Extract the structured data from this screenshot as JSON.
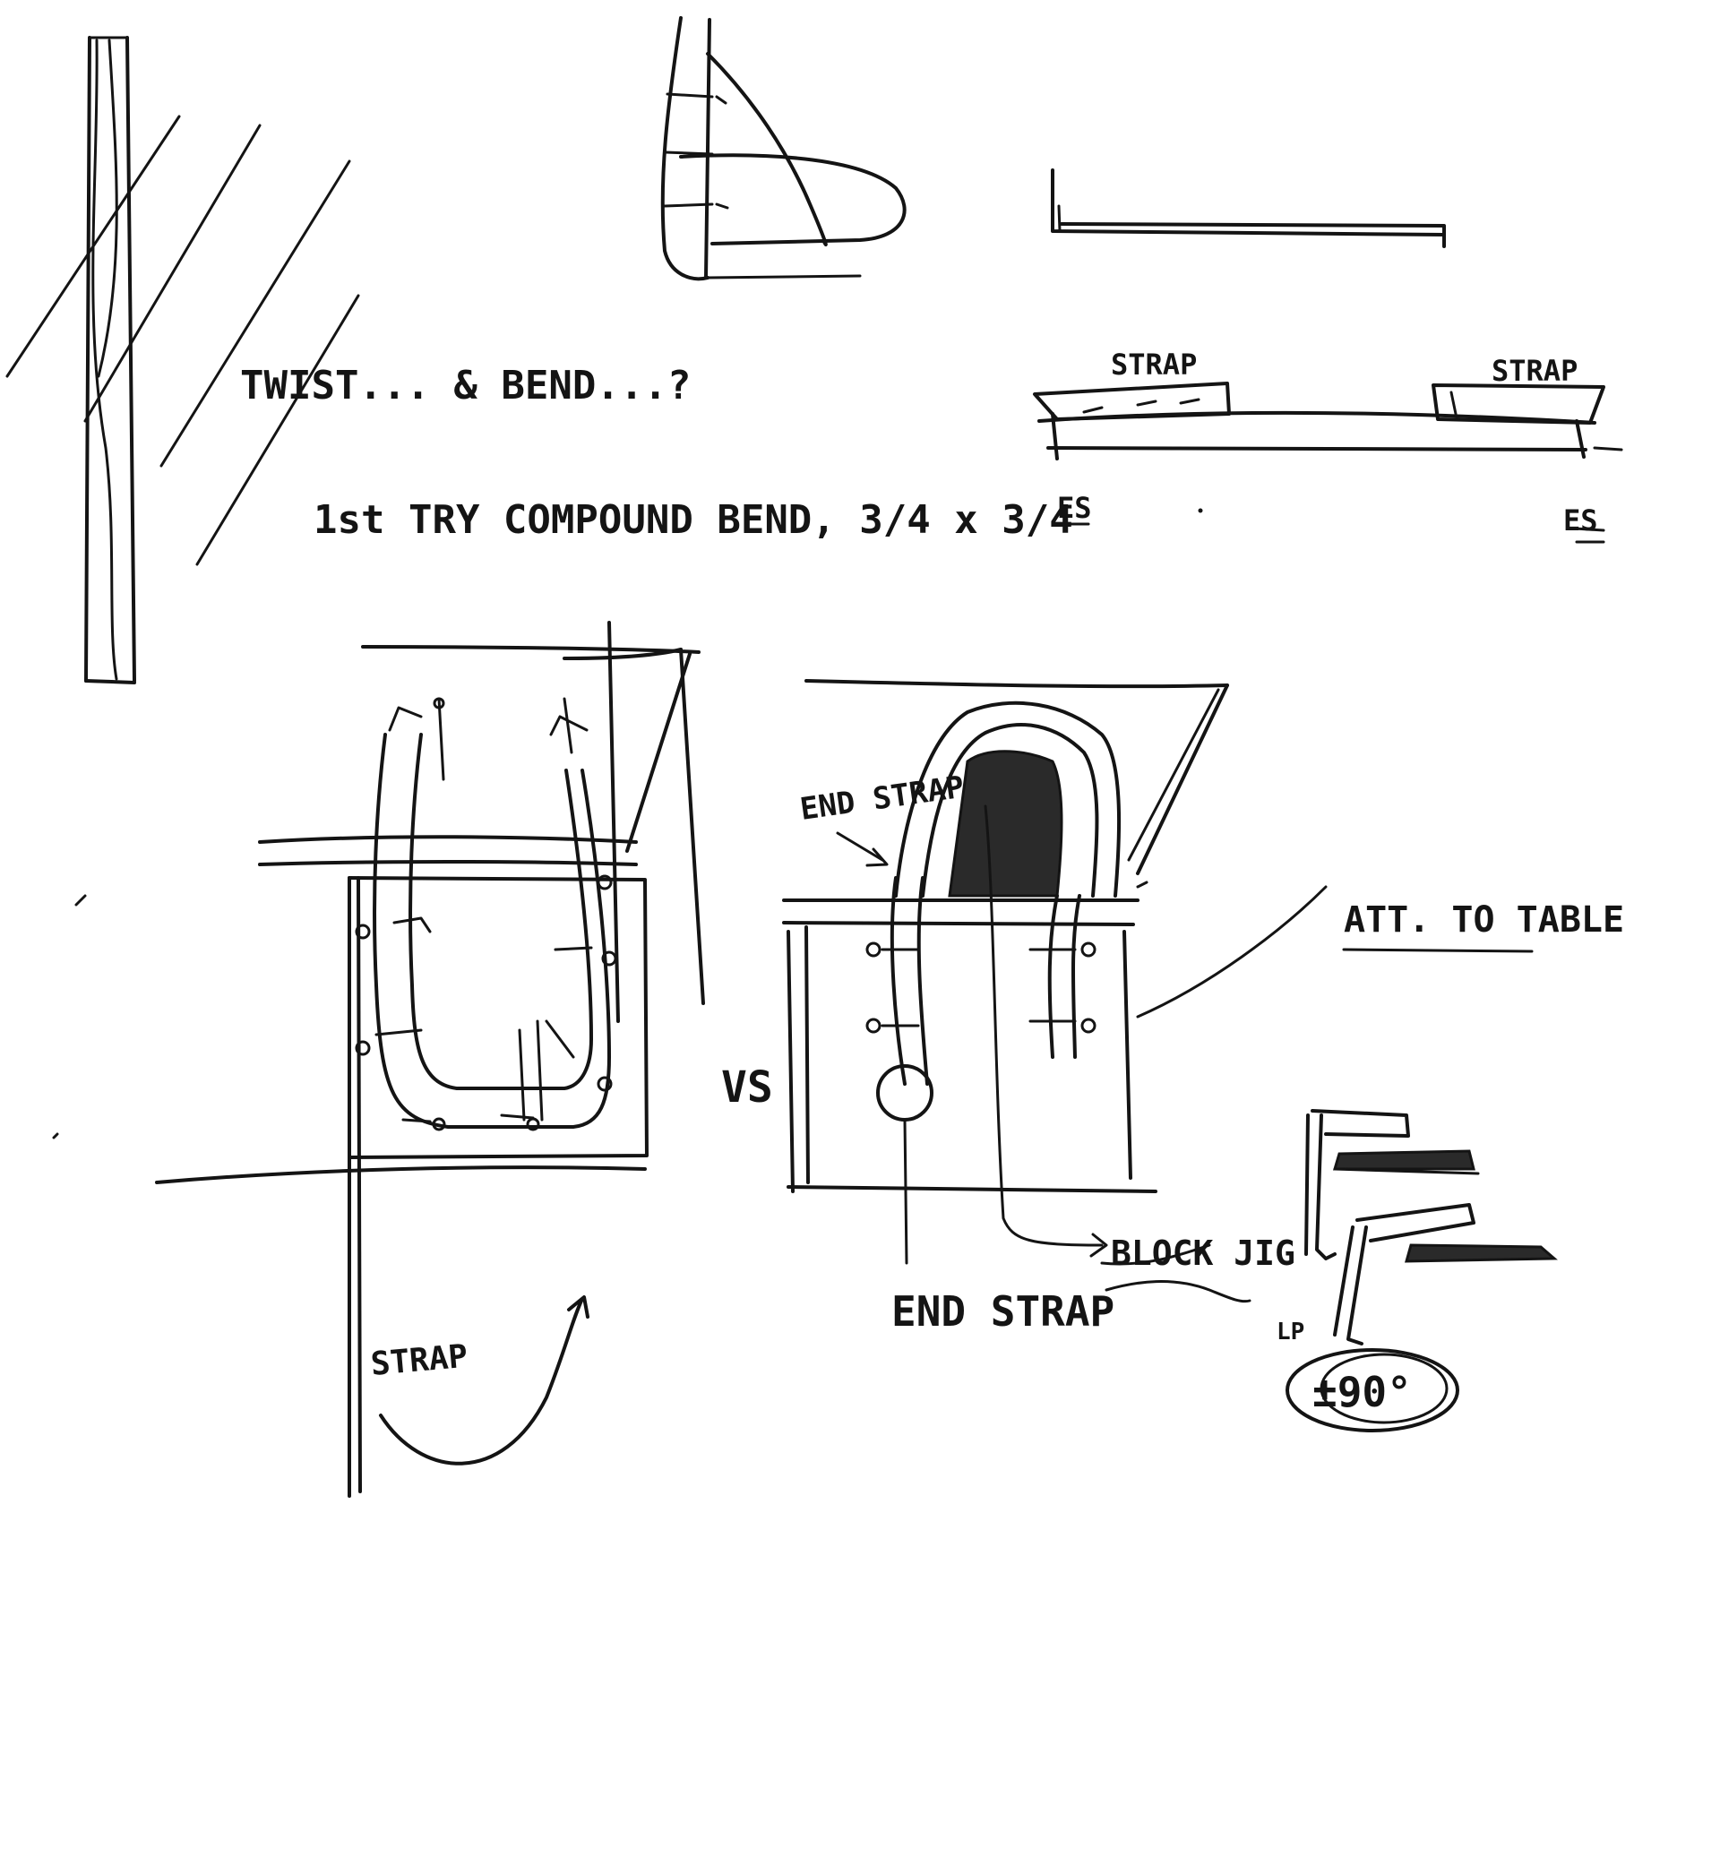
{
  "labels": {
    "twist_bend": "TWIST... & BEND...?",
    "compound_bend": "1st TRY COMPOUND BEND, 3/4 x 3/4",
    "strap_left": "STRAP",
    "strap_right": "STRAP",
    "es_left": "ES",
    "es_right": "ES",
    "end_strap_top": "END STRAP",
    "att_to_table": "ATT. TO TABLE",
    "vs": "VS",
    "strap_bottom": "STRAP",
    "block_jig": "BLOCK JIG",
    "end_strap_bottom": "END STRAP",
    "angle": "±90°",
    "lp": "LP"
  },
  "colors": {
    "ink": "#141414",
    "paper": "#ffffff"
  }
}
